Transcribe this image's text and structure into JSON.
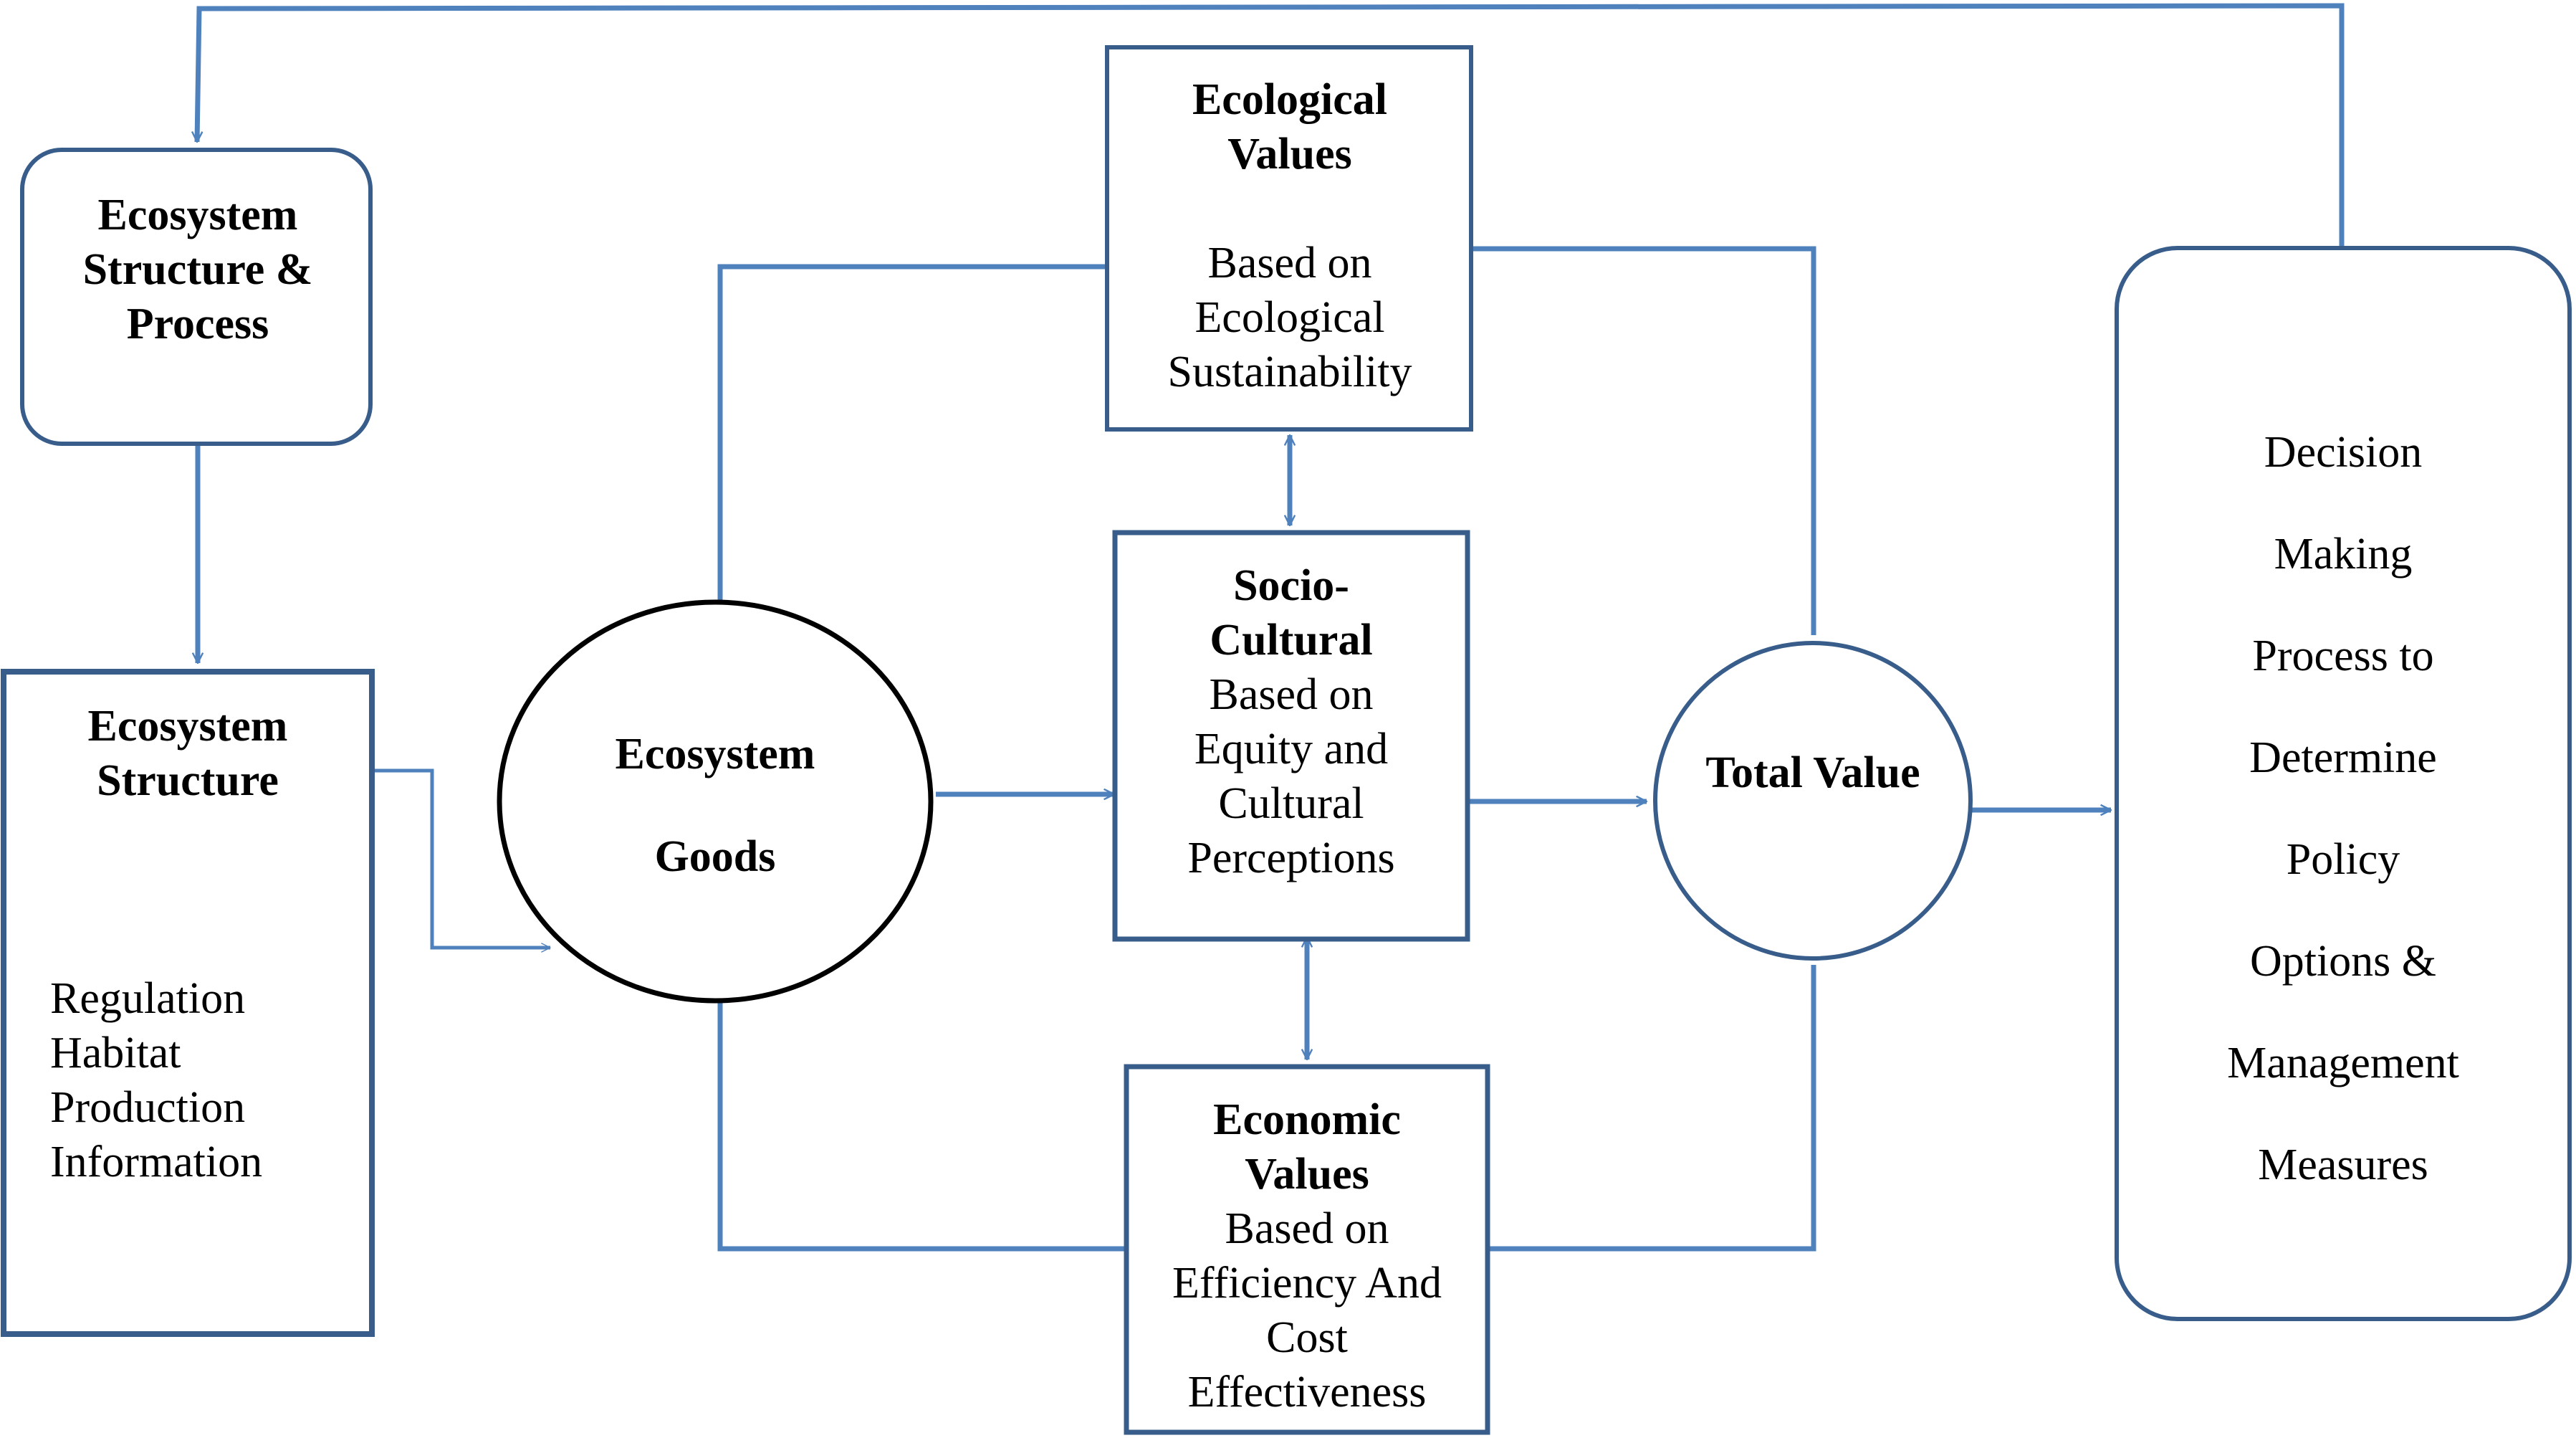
{
  "nodes": {
    "ecosystem_process": {
      "title": "Ecosystem Structure & Process"
    },
    "ecosystem_structure": {
      "title": "Ecosystem Structure",
      "items": [
        "Regulation",
        "Habitat",
        "Production",
        "Information"
      ]
    },
    "ecosystem_goods": {
      "title_line1": "Ecosystem",
      "title_line2": "Goods"
    },
    "ecological_values": {
      "title": "Ecological Values",
      "body": "Based on Ecological Sustainability"
    },
    "socio_cultural": {
      "title": "Socio-Cultural",
      "body": "Based on Equity and Cultural Perceptions"
    },
    "economic_values": {
      "title": "Economic Values",
      "body": "Based on Efficiency And Cost Effectiveness"
    },
    "total_value": {
      "title": "Total Value"
    },
    "decision": {
      "lines": [
        "Decision",
        "Making",
        "Process to",
        "Determine",
        "Policy",
        "Options &",
        "Management",
        "Measures"
      ]
    }
  },
  "colors": {
    "line": "#4f81bd",
    "border": "#385d8a",
    "text": "#000000"
  }
}
